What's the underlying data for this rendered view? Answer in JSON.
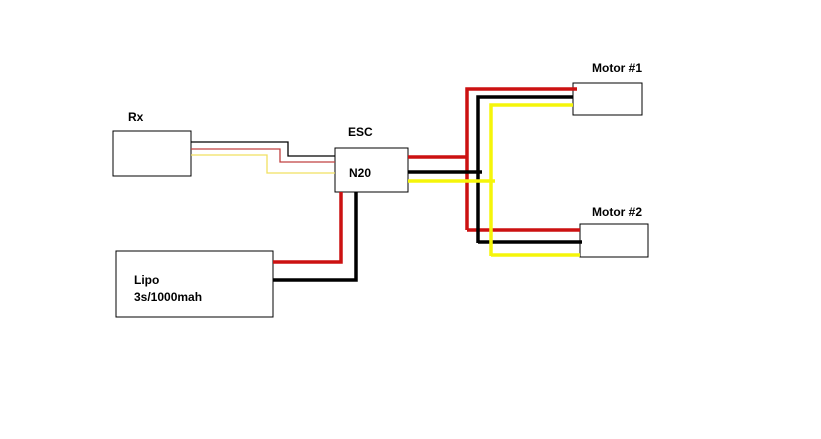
{
  "labels": {
    "rx": "Rx",
    "esc": "ESC",
    "esc_model": "N20",
    "motor1": "Motor #1",
    "motor2": "Motor #2",
    "lipo_line1": "Lipo",
    "lipo_line2": "3s/1000mah"
  },
  "wire_colors": {
    "red": "#cc1111",
    "black": "#000000",
    "yellow": "#f5f50a",
    "signal_red": "#c04040",
    "signal_yellow": "#f0e060",
    "signal_black": "#000000"
  }
}
